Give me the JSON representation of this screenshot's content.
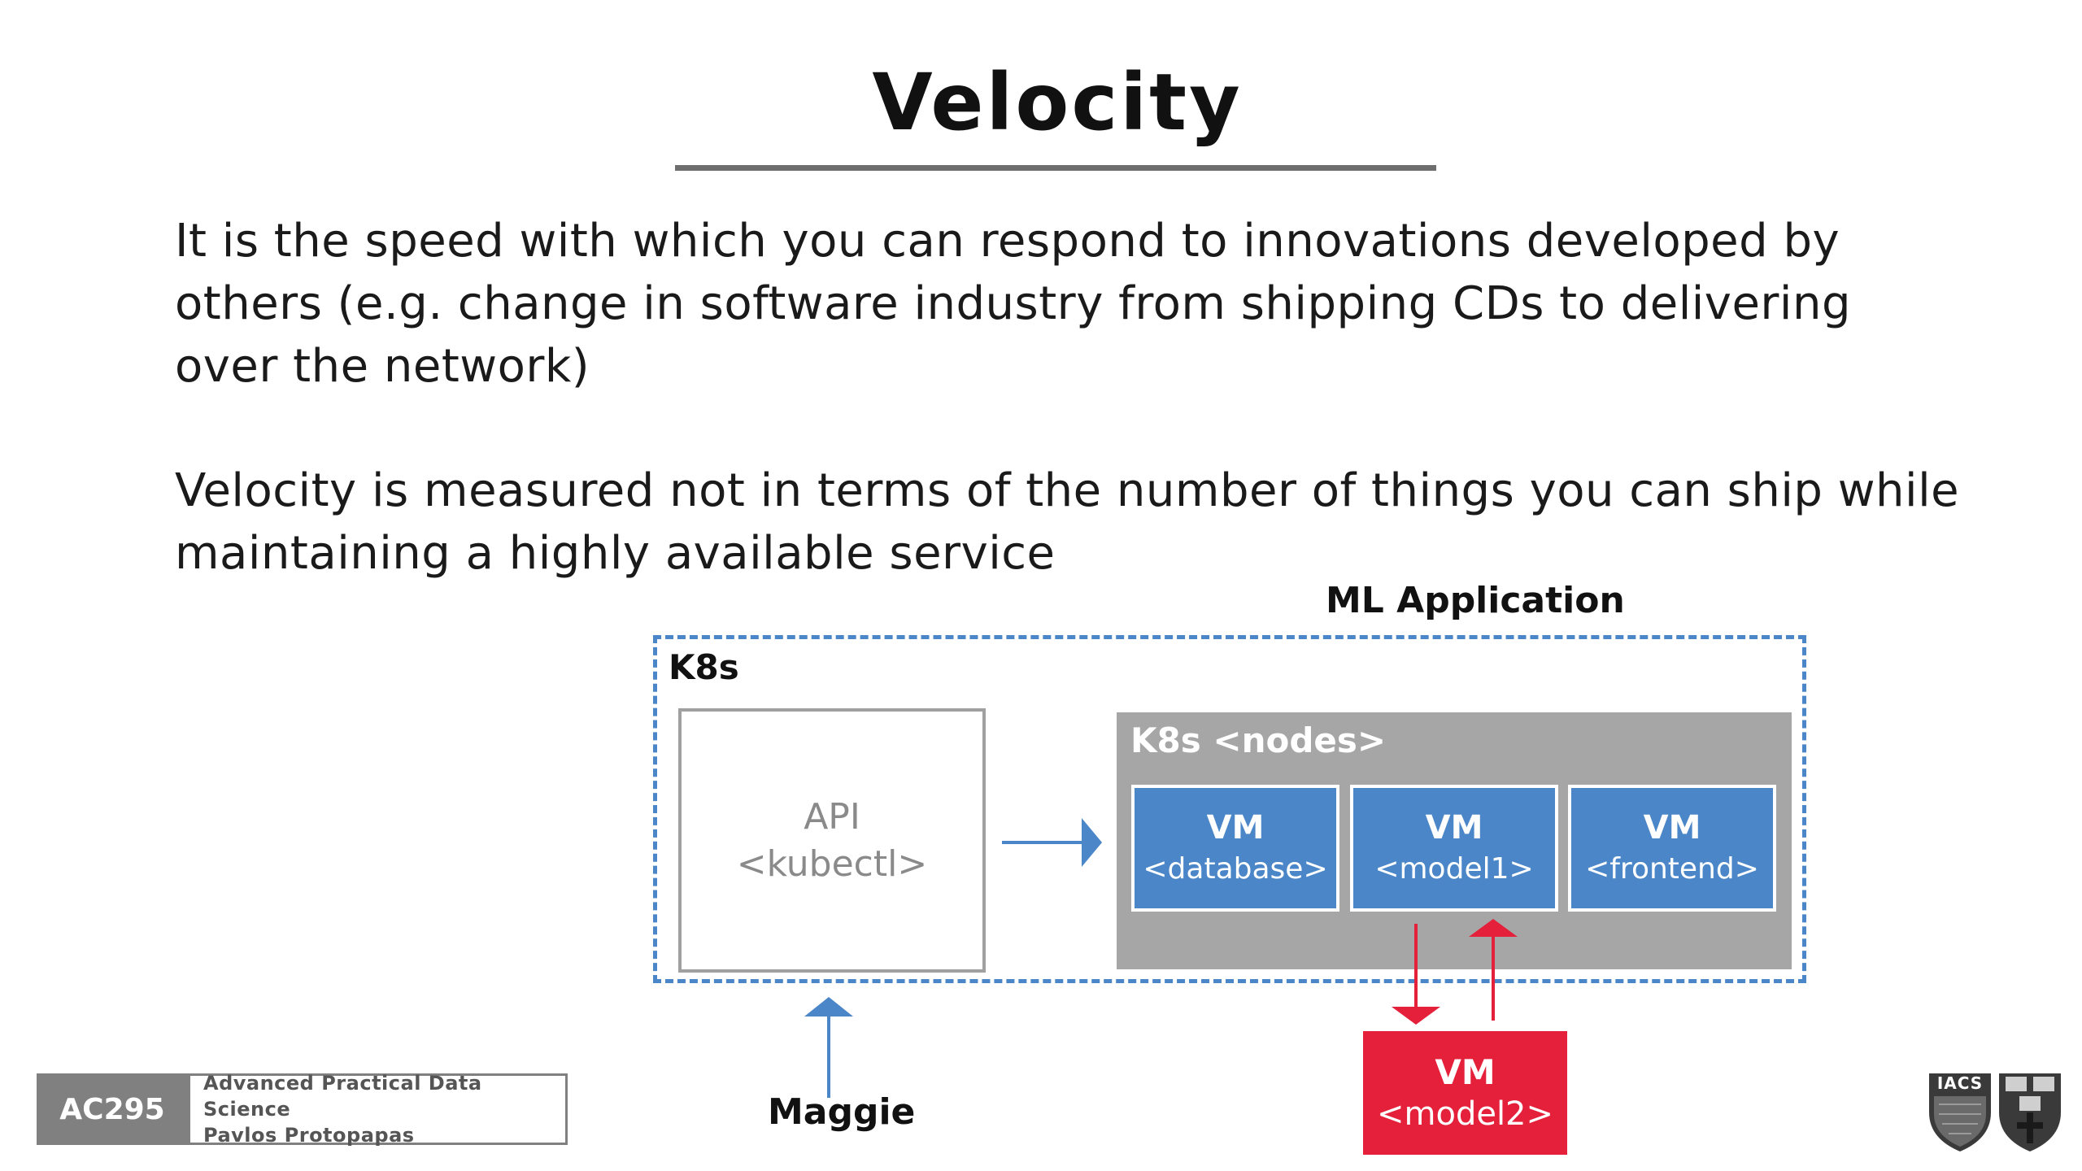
{
  "slide": {
    "title": "Velocity",
    "paragraph1": "It is the speed with which you can respond to innovations developed by others (e.g. change in software industry from shipping CDs to delivering over the network)",
    "paragraph2": "Velocity is measured not in terms of the number of things you can ship while maintaining a highly available service"
  },
  "diagram": {
    "ml_application_label": "ML Application",
    "k8s_label": "K8s",
    "api": {
      "name": "API",
      "role": "<kubectl>"
    },
    "nodes_label": "K8s <nodes>",
    "vms": [
      {
        "name": "VM",
        "role": "<database>"
      },
      {
        "name": "VM",
        "role": "<model1>"
      },
      {
        "name": "VM",
        "role": "<frontend>"
      }
    ],
    "new_vm": {
      "name": "VM",
      "role": "<model2>"
    },
    "user_label": "Maggie",
    "colors": {
      "blue": "#4a86c8",
      "red": "#e5203a",
      "gray": "#a6a6a6"
    }
  },
  "footer": {
    "course_code": "AC295",
    "course_name": "Advanced Practical Data Science",
    "instructor": "Pavlos Protopapas",
    "logo_text": "IACS"
  }
}
